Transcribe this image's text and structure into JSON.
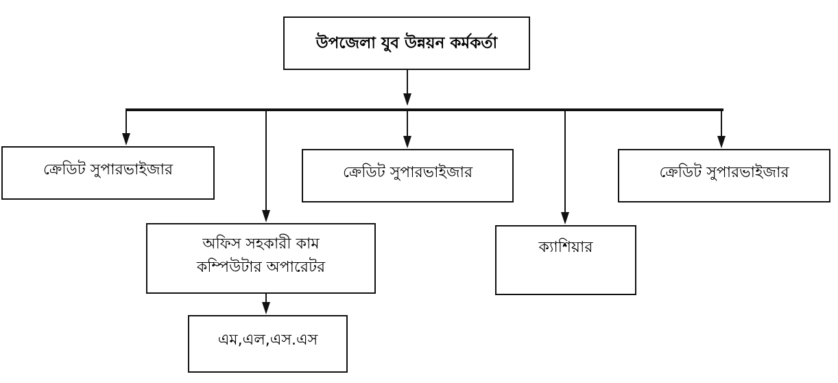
{
  "nodes": {
    "root": "উপজেলা যুব উন্নয়ন কর্মকর্তা",
    "credit_supervisor_1": "ক্রেডিট সুপারভাইজার",
    "credit_supervisor_2": "ক্রেডিট সুপারভাইজার",
    "credit_supervisor_3": "ক্রেডিট সুপারভাইজার",
    "office_assistant_line1": "অফিস সহকারী কাম",
    "office_assistant_line2": "কম্পিউটার অপারেটর",
    "cashier": "ক্যাশিয়ার",
    "mlss": "এম,এল,এস.এস"
  }
}
